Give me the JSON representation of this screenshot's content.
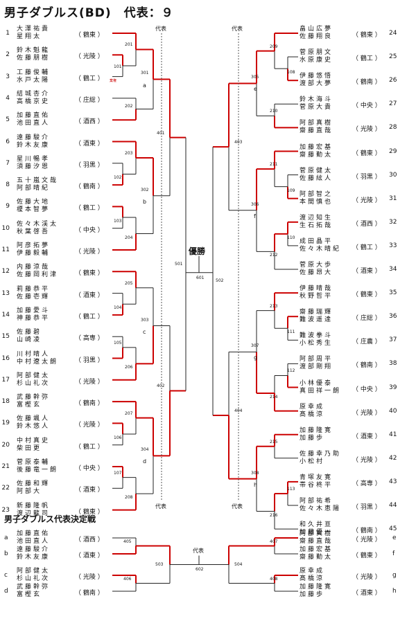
{
  "title": "男子ダブルス(BD)　代表：９",
  "decision_title": "男子ダブルス代表決定戦",
  "daihyo": "代表",
  "yusho": "優勝",
  "retire_note": "棄権",
  "left": [
    {
      "n": "1",
      "p1": "大澤祐貴",
      "p2": "星翔太",
      "team": "鶴東"
    },
    {
      "n": "2",
      "p1": "鈴木魁龍",
      "p2": "佐藤朋樹",
      "team": "光陵"
    },
    {
      "n": "3",
      "p1": "工藤俊輔",
      "p2": "水戸太陽",
      "team": "鶴工"
    },
    {
      "n": "4",
      "p1": "結城杏介",
      "p2": "高橋京史",
      "team": "庄総"
    },
    {
      "n": "5",
      "p1": "加藤直佑",
      "p2": "池田直人",
      "team": "酒西"
    },
    {
      "n": "6",
      "p1": "遠藤駿介",
      "p2": "鈴木友康",
      "team": "酒東"
    },
    {
      "n": "7",
      "p1": "星川暢孝",
      "p2": "須藤汐恩",
      "team": "羽黒"
    },
    {
      "n": "8",
      "p1": "五十嵐文哉",
      "p2": "阿部晴紀",
      "team": "鶴南"
    },
    {
      "n": "9",
      "p1": "佐藤大地",
      "p2": "榎本智夢",
      "team": "鶴工"
    },
    {
      "n": "10",
      "p1": "佐々木渓太",
      "p2": "秋葉啓吾",
      "team": "中央"
    },
    {
      "n": "11",
      "p1": "阿彦拓夢",
      "p2": "伊藤毅輔",
      "team": "光陵"
    },
    {
      "n": "12",
      "p1": "内藤涼哉",
      "p2": "佐藤岡利津",
      "team": "鶴東"
    },
    {
      "n": "13",
      "p1": "莉藤恭平",
      "p2": "佐藤壱輝",
      "team": "酒東"
    },
    {
      "n": "14",
      "p1": "加藤愛斗",
      "p2": "神藤恭平",
      "team": "鶴工"
    },
    {
      "n": "15",
      "p1": "佐藤碧",
      "p2": "山崎凌",
      "team": "高専"
    },
    {
      "n": "16",
      "p1": "川村晴人",
      "p2": "中村遼太朗",
      "team": "羽黒"
    },
    {
      "n": "17",
      "p1": "阿部健太",
      "p2": "杉山礼次",
      "team": "光陵"
    },
    {
      "n": "18",
      "p1": "武藤幹弥",
      "p2": "富樫玄",
      "team": "鶴南"
    },
    {
      "n": "19",
      "p1": "佐藤颯人",
      "p2": "鈴木悠人",
      "team": "光陵"
    },
    {
      "n": "20",
      "p1": "中村真史",
      "p2": "柴田更",
      "team": "鶴工"
    },
    {
      "n": "21",
      "p1": "菅原泰輔",
      "p2": "後藤竜一朗",
      "team": "中央"
    },
    {
      "n": "22",
      "p1": "佐藤和輝",
      "p2": "阿部大",
      "team": "酒東"
    },
    {
      "n": "23",
      "p1": "新藤隆帆",
      "p2": "渡辺龍司",
      "team": "鶴東"
    }
  ],
  "right": [
    {
      "n": "24",
      "p1": "畠山広夢",
      "p2": "佐藤翔良",
      "team": "鶴東"
    },
    {
      "n": "25",
      "p1": "菅原朋文",
      "p2": "水原康史",
      "team": "鶴工"
    },
    {
      "n": "26",
      "p1": "伊藤悠悟",
      "p2": "渡部大夢",
      "team": "鶴南"
    },
    {
      "n": "27",
      "p1": "鈴木海斗",
      "p2": "菅原大貴",
      "team": "中央"
    },
    {
      "n": "28",
      "p1": "阿部真樹",
      "p2": "齋藤直哉",
      "team": "光陵"
    },
    {
      "n": "29",
      "p1": "加藤宏基",
      "p2": "齋藤勤太",
      "team": "鶴東"
    },
    {
      "n": "30",
      "p1": "菅原健太",
      "p2": "佐藤絃人",
      "team": "羽黒"
    },
    {
      "n": "31",
      "p1": "阿部智之",
      "p2": "本間慎也",
      "team": "光陵"
    },
    {
      "n": "32",
      "p1": "渡辺知生",
      "p2": "生石拓哉",
      "team": "酒西"
    },
    {
      "n": "33",
      "p1": "成田晶平",
      "p2": "佐々木晴紀",
      "team": "鶴工"
    },
    {
      "n": "34",
      "p1": "菅原大歩",
      "p2": "佐藤昂大",
      "team": "酒東"
    },
    {
      "n": "35",
      "p1": "伊藤晴哉",
      "p2": "秋野哲平",
      "team": "鶴東"
    },
    {
      "n": "36",
      "p1": "齋藤瑞輝",
      "p2": "難波遥達",
      "team": "庄総"
    },
    {
      "n": "37",
      "p1": "難波拳斗",
      "p2": "小松秀生",
      "team": "庄農"
    },
    {
      "n": "38",
      "p1": "阿部周平",
      "p2": "渡部剛翔",
      "team": "鶴南"
    },
    {
      "n": "39",
      "p1": "小林優泰",
      "p2": "真田祥一朗",
      "team": "中央"
    },
    {
      "n": "40",
      "p1": "原幸成",
      "p2": "髙橋涼",
      "team": "光陵"
    },
    {
      "n": "41",
      "p1": "加藤隆寛",
      "p2": "加藤歩",
      "team": "酒東"
    },
    {
      "n": "42",
      "p1": "佐藤幸乃助",
      "p2": "小松村",
      "team": "光陵"
    },
    {
      "n": "43",
      "p1": "青塚友寛",
      "p2": "帯谷柊平",
      "team": "高専"
    },
    {
      "n": "44",
      "p1": "阿部祐希",
      "p2": "佐々木恵陽",
      "team": "羽黒"
    },
    {
      "n": "45",
      "p1": "和久井亘",
      "p2": "加藤優一",
      "team": "鶴南"
    }
  ],
  "left_matches": [
    "201",
    "101",
    "301",
    "202",
    "401",
    "203",
    "102",
    "302",
    "103",
    "204",
    "501",
    "205",
    "104",
    "303",
    "105",
    "206",
    "402",
    "207",
    "106",
    "304",
    "107",
    "208"
  ],
  "right_matches": [
    "209",
    "108",
    "305",
    "210",
    "403",
    "211",
    "109",
    "306",
    "110",
    "212",
    "502",
    "213",
    "111",
    "307",
    "112",
    "214",
    "404",
    "215",
    "308",
    "113",
    "216"
  ],
  "final_match": "601",
  "left_groups": [
    "a",
    "b",
    "c",
    "d"
  ],
  "right_groups": [
    "e",
    "f",
    "g",
    "h"
  ],
  "decision_left": [
    {
      "g": "a",
      "p1": "加藤直佑",
      "p2": "池田直人",
      "team": "酒西"
    },
    {
      "g": "b",
      "p1": "遠藤駿介",
      "p2": "鈴木友康",
      "team": "酒東"
    },
    {
      "g": "c",
      "p1": "阿部健太",
      "p2": "杉山礼次",
      "team": "光陵"
    },
    {
      "g": "d",
      "p1": "武藤幹弥",
      "p2": "富樫玄",
      "team": "鶴南"
    }
  ],
  "decision_right": [
    {
      "g": "e",
      "p1": "阿部真樹",
      "p2": "齋藤直哉",
      "team": "光陵"
    },
    {
      "g": "f",
      "p1": "加藤宏基",
      "p2": "齋藤勤太",
      "team": "鶴東"
    },
    {
      "g": "g",
      "p1": "原幸成",
      "p2": "髙橋涼",
      "team": "光陵"
    },
    {
      "g": "h",
      "p1": "加藤隆寛",
      "p2": "加藤歩",
      "team": "酒東"
    }
  ],
  "decision_matches": [
    "405",
    "406",
    "503",
    "602",
    "407",
    "408",
    "504"
  ],
  "colors": {
    "win_line": "#cc0000",
    "line": "#222222"
  }
}
